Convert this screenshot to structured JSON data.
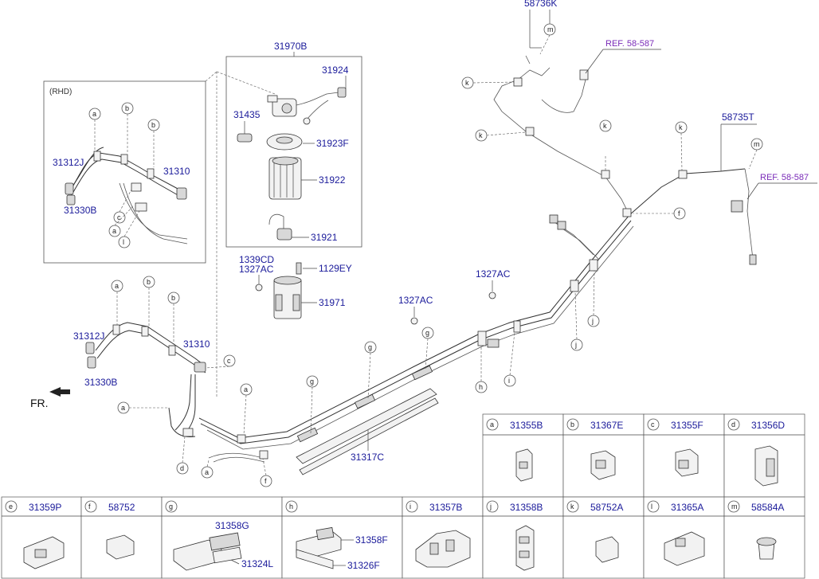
{
  "callout_letters": [
    "a",
    "b",
    "c",
    "d",
    "e",
    "f",
    "g",
    "h",
    "i",
    "j",
    "k",
    "l",
    "m"
  ],
  "main_labels": {
    "filter_assy": "31970B",
    "p31924": "31924",
    "p31435": "31435",
    "p31923f": "31923F",
    "p31922": "31922",
    "p31921": "31921",
    "p1339cd": "1339CD",
    "p1327ac_a": "1327AC",
    "p1129ey": "1129EY",
    "p31971": "31971",
    "p1327ac_b": "1327AC",
    "p1327ac_c": "1327AC",
    "p31317c": "31317C",
    "p31312j_rhd": "31312J",
    "p31310_rhd": "31310",
    "p31330b_rhd": "31330B",
    "p31312j": "31312J",
    "p31310": "31310",
    "p31330b": "31330B",
    "p58736k": "58736K",
    "p58735t": "58735T",
    "ref1": "REF. 58-587",
    "ref2": "REF. 58-587",
    "rhd": "(RHD)",
    "fr": "FR."
  },
  "legend_top": [
    {
      "letter": "a",
      "part": "31355B"
    },
    {
      "letter": "b",
      "part": "31367E"
    },
    {
      "letter": "c",
      "part": "31355F"
    },
    {
      "letter": "d",
      "part": "31356D"
    }
  ],
  "legend_bottom": [
    {
      "letter": "e",
      "part": "31359P"
    },
    {
      "letter": "f",
      "part": "58752"
    },
    {
      "letter": "g",
      "part": ""
    },
    {
      "letter": "h",
      "part": ""
    },
    {
      "letter": "i",
      "part": "31357B"
    },
    {
      "letter": "j",
      "part": "31358B"
    },
    {
      "letter": "k",
      "part": "58752A"
    },
    {
      "letter": "l",
      "part": "31365A"
    },
    {
      "letter": "m",
      "part": "58584A"
    }
  ],
  "legend_sub": {
    "g_a": "31358G",
    "g_b": "31324L",
    "h_a": "31358F",
    "h_b": "31326F"
  }
}
